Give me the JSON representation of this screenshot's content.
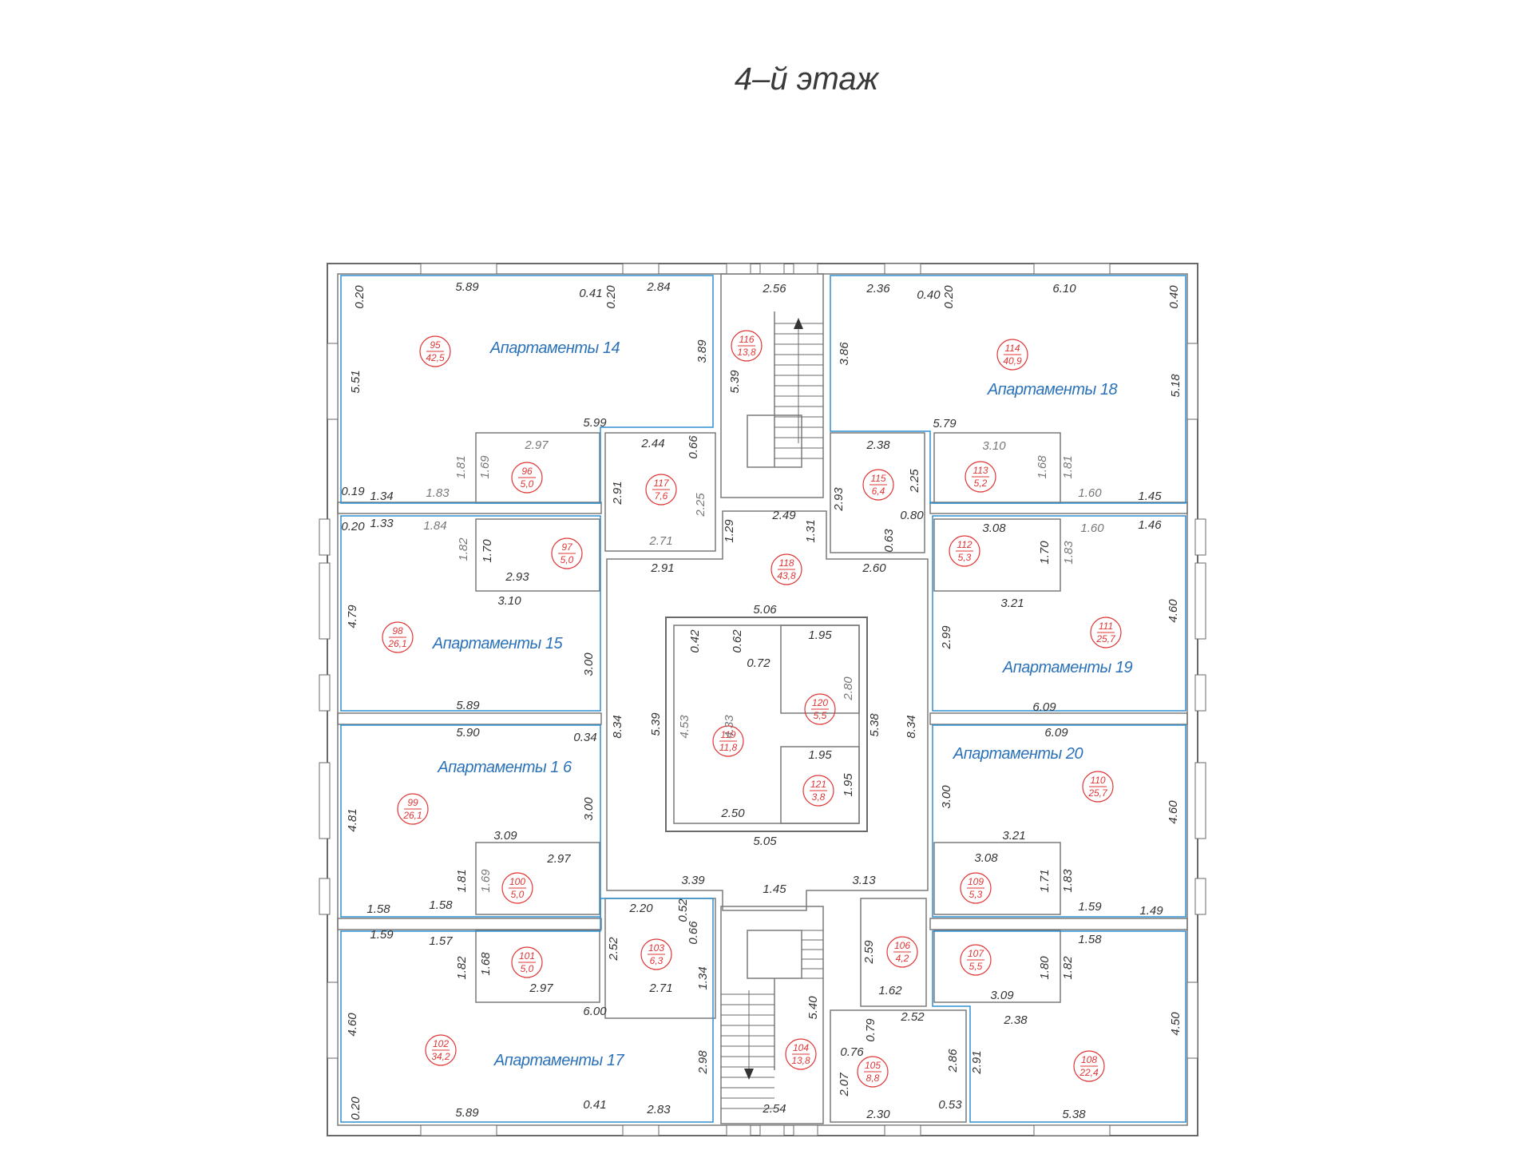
{
  "title": "4–й этаж",
  "colors": {
    "walls": "#6a6a6a",
    "apartment_outline": "#2f8fd1",
    "apartment_label": "#2b72b8",
    "room_marker": "#e03535",
    "dimension_text": "#333333"
  },
  "apartments": [
    "Апартаменты 14",
    "Апартаменты 15",
    "Апартаменты 1 6",
    "Апартаменты 17",
    "Апартаменты 18",
    "Апартаменты 19",
    "Апартаменты 20"
  ],
  "rooms": [
    {
      "num": "95",
      "area": "42,5"
    },
    {
      "num": "96",
      "area": "5,0"
    },
    {
      "num": "97",
      "area": "5,0"
    },
    {
      "num": "98",
      "area": "26,1"
    },
    {
      "num": "99",
      "area": "26,1"
    },
    {
      "num": "100",
      "area": "5,0"
    },
    {
      "num": "101",
      "area": "5,0"
    },
    {
      "num": "102",
      "area": "34,2"
    },
    {
      "num": "103",
      "area": "6,3"
    },
    {
      "num": "104",
      "area": "13,8"
    },
    {
      "num": "105",
      "area": "8,8"
    },
    {
      "num": "106",
      "area": "4,2"
    },
    {
      "num": "107",
      "area": "5,5"
    },
    {
      "num": "108",
      "area": "22,4"
    },
    {
      "num": "109",
      "area": "5,3"
    },
    {
      "num": "110",
      "area": "25,7"
    },
    {
      "num": "111",
      "area": "25,7"
    },
    {
      "num": "112",
      "area": "5,3"
    },
    {
      "num": "113",
      "area": "5,2"
    },
    {
      "num": "114",
      "area": "40,9"
    },
    {
      "num": "115",
      "area": "6,4"
    },
    {
      "num": "116",
      "area": "13,8"
    },
    {
      "num": "117",
      "area": "7,6"
    },
    {
      "num": "118",
      "area": "43,8"
    },
    {
      "num": "119",
      "area": "11,8"
    },
    {
      "num": "120",
      "area": "5,5"
    },
    {
      "num": "121",
      "area": "3,8"
    }
  ],
  "dimensions": [
    "0.20",
    "5.89",
    "0.41",
    "0.20",
    "2.84",
    "2.56",
    "2.36",
    "0.40",
    "0.20",
    "6.10",
    "0.40",
    "5.51",
    "3.89",
    "5.39",
    "3.86",
    "5.18",
    "5.99",
    "5.79",
    "2.97",
    "2.44",
    "0.66",
    "2.38",
    "3.10",
    "1.81",
    "1.69",
    "2.91",
    "2.25",
    "2.93",
    "2.25",
    "1.68",
    "1.81",
    "0.19",
    "1.34",
    "1.83",
    "2.49",
    "1.31",
    "0.80",
    "1.60",
    "1.45",
    "0.20",
    "1.33",
    "1.84",
    "1.29",
    "0.63",
    "3.08",
    "1.60",
    "1.46",
    "1.82",
    "1.70",
    "2.71",
    "1.70",
    "1.83",
    "2.93",
    "2.91",
    "2.60",
    "3.10",
    "3.21",
    "4.79",
    "5.06",
    "4.60",
    "0.42",
    "0.62",
    "1.95",
    "3.00",
    "0.72",
    "2.99",
    "2.80",
    "5.89",
    "6.09",
    "5.90",
    "0.34",
    "8.34",
    "5.39",
    "4.53",
    "4.33",
    "5.38",
    "8.34",
    "6.09",
    "4.81",
    "3.00",
    "1.95",
    "1.95",
    "3.00",
    "4.60",
    "2.50",
    "5.05",
    "3.09",
    "2.97",
    "3.21",
    "3.08",
    "1.81",
    "1.69",
    "3.39",
    "3.13",
    "1.71",
    "1.83",
    "1.58",
    "1.58",
    "1.45",
    "1.59",
    "1.49",
    "2.20",
    "0.52",
    "1.59",
    "1.57",
    "1.82",
    "1.68",
    "2.52",
    "0.66",
    "2.59",
    "1.58",
    "1.80",
    "1.82",
    "1.34",
    "1.62",
    "3.09",
    "2.97",
    "2.71",
    "5.40",
    "6.00",
    "2.52",
    "2.38",
    "4.60",
    "0.79",
    "0.76",
    "2.86",
    "2.91",
    "4.50",
    "2.98",
    "2.07",
    "0.20",
    "5.89",
    "0.41",
    "2.83",
    "2.54",
    "2.30",
    "0.53",
    "5.38"
  ]
}
